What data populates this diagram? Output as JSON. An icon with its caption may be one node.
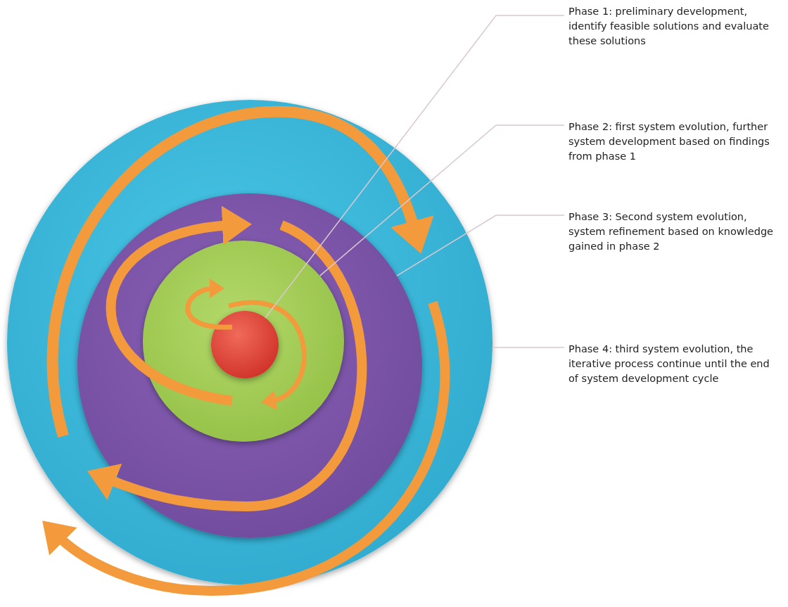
{
  "diagram": {
    "nodes": [
      {
        "text": [],
        "shape": "circle"
      },
      {
        "text": [],
        "shape": "circle",
        "in": 0
      },
      {
        "text": [],
        "shape": "circle",
        "in": 1
      },
      {
        "text": [],
        "shape": "circle",
        "in": 2
      },
      {
        "text": [
          "Phase 1: preliminary development, identify feasible solutions and evaluate these solutions"
        ]
      },
      {
        "text": [
          "Phase 2: first system evolution, further system development based on findings from phase 1"
        ]
      },
      {
        "text": [
          "Phase 3: Second system evolution, system refinement based on knowledge gained in phase 2"
        ]
      },
      {
        "text": [
          "Phase 4: third system evolution, the iterative process continue until the end of system development cycle"
        ]
      }
    ],
    "edges": [
      {
        "from": 4,
        "to": 3,
        "arrow": "none"
      },
      {
        "from": 5,
        "to": 2,
        "arrow": "none"
      },
      {
        "from": 6,
        "to": 1,
        "arrow": "none"
      },
      {
        "from": 7,
        "to": 0,
        "arrow": "none"
      }
    ]
  }
}
